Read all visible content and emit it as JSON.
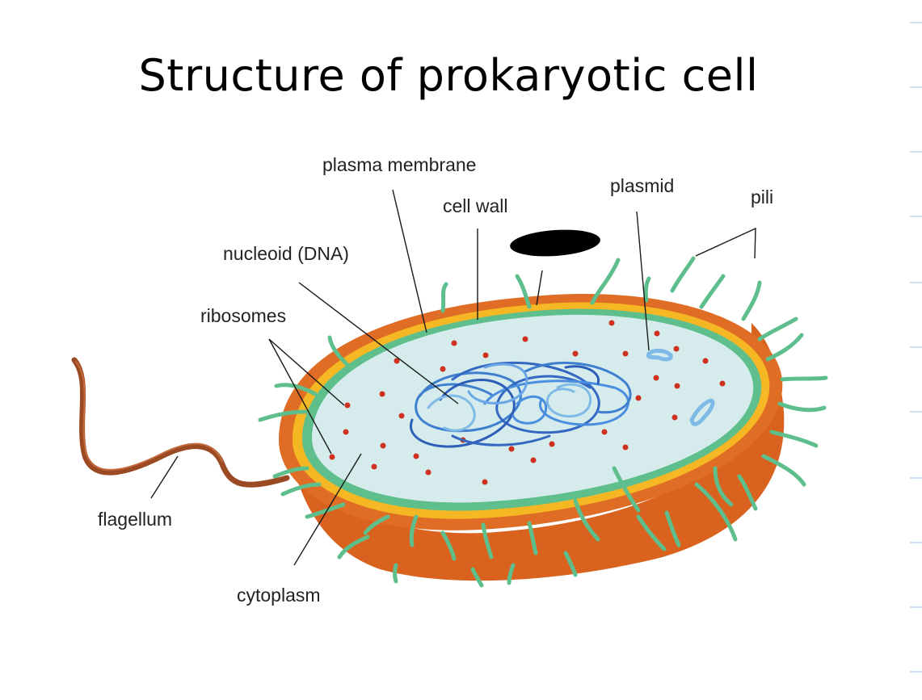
{
  "title": "Structure of prokaryotic cell",
  "labels": {
    "plasma_membrane": "plasma membrane",
    "cell_wall": "cell wall",
    "plasmid": "plasmid",
    "pili": "pili",
    "nucleoid": "nucleoid (DNA)",
    "ribosomes": "ribosomes",
    "flagellum": "flagellum",
    "cytoplasm": "cytoplasm"
  },
  "colors": {
    "capsule": "#d9621f",
    "cell_wall_band": "#f5b723",
    "membrane": "#5fbf8c",
    "cytoplasm": "#d6ecec",
    "ribosome": "#d0301f",
    "dna": "#3f7fd0",
    "plasmid": "#7fb9e6",
    "flagellum": "#9c4a24",
    "redaction": "#000000"
  }
}
